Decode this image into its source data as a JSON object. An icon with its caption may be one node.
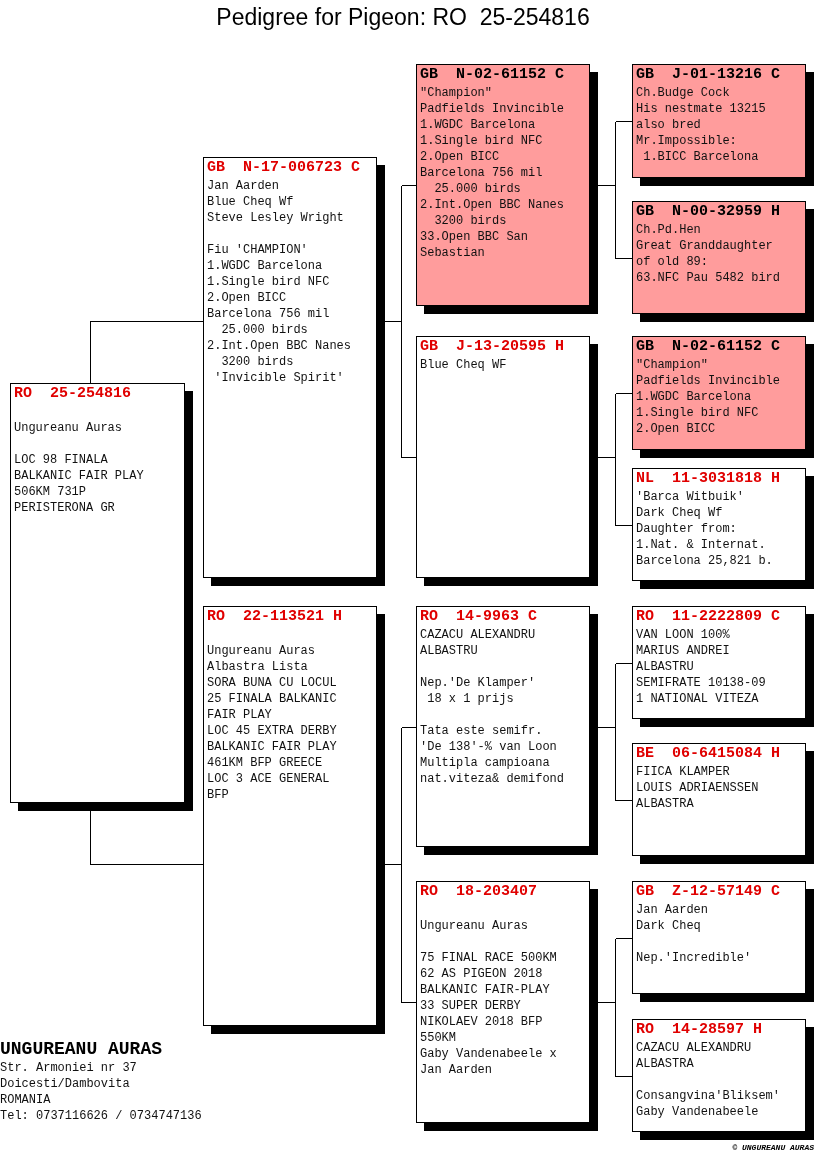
{
  "diagram": {
    "title": "Pedigree for Pigeon: RO  25-254816",
    "nodes": [
      {
        "text": [
          "RO  25-254816",
          "Ungureanu Auras",
          "LOC 98 FINALA",
          "BALKANIC FAIR PLAY",
          "506KM 731P",
          "PERISTERONA GR"
        ]
      },
      {
        "text": [
          "GB  N-17-006723 C",
          "Jan Aarden",
          "Blue Cheq Wf",
          "Steve Lesley Wright",
          "Fiu 'CHAMPION'",
          "1.WGDC Barcelona",
          "1.Single bird NFC",
          "2.Open BICC",
          "Barcelona 756 mil",
          "  25.000 birds",
          "2.Int.Open BBC Nanes",
          "  3200 birds",
          " 'Invicible Spirit'"
        ]
      },
      {
        "text": [
          "RO  22-113521 H",
          "Ungureanu Auras",
          "Albastra Lista",
          "SORA BUNA CU LOCUL",
          "25 FINALA BALKANIC",
          "FAIR PLAY",
          "LOC 45 EXTRA DERBY",
          "BALKANIC FAIR PLAY",
          "461KM BFP GREECE",
          "LOC 3 ACE GENERAL",
          "BFP"
        ]
      },
      {
        "text": [
          "GB  N-02-61152 C",
          "\"Champion\"",
          "Padfields Invincible",
          "1.WGDC Barcelona",
          "1.Single bird NFC",
          "2.Open BICC",
          "Barcelona 756 mil",
          "  25.000 birds",
          "2.Int.Open BBC Nanes",
          "  3200 birds",
          "33.Open BBC San",
          "Sebastian"
        ]
      },
      {
        "text": [
          "GB  J-13-20595 H",
          "Blue Cheq WF"
        ]
      },
      {
        "text": [
          "RO  14-9963 C",
          "CAZACU ALEXANDRU",
          "ALBASTRU",
          "Nep.'De Klamper'",
          " 18 x 1 prijs",
          "Tata este semifr.",
          "'De 138'-% van Loon",
          "Multipla campioana",
          "nat.viteza& demifond"
        ]
      },
      {
        "text": [
          "RO  18-203407",
          "Ungureanu Auras",
          "75 FINAL RACE 500KM",
          "62 AS PIGEON 2018",
          "BALKANIC FAIR-PLAY",
          "33 SUPER DERBY",
          "NIKOLAEV 2018 BFP",
          "550KM",
          "Gaby Vandenabeele x",
          "Jan Aarden"
        ]
      },
      {
        "text": [
          "GB  J-01-13216 C",
          "Ch.Budge Cock",
          "His nestmate 13215",
          "also bred",
          "Mr.Impossible:",
          " 1.BICC Barcelona"
        ]
      },
      {
        "text": [
          "GB  N-00-32959 H",
          "Ch.Pd.Hen",
          "Great Granddaughter",
          "of old 89:",
          "63.NFC Pau 5482 bird"
        ]
      },
      {
        "text": [
          "GB  N-02-61152 C",
          "\"Champion\"",
          "Padfields Invincible",
          "1.WGDC Barcelona",
          "1.Single bird NFC",
          "2.Open BICC"
        ]
      },
      {
        "text": [
          "NL  11-3031818 H",
          "'Barca Witbuik'",
          "Dark Cheq Wf",
          "Daughter from:",
          "1.Nat. & Internat.",
          "Barcelona 25,821 b."
        ]
      },
      {
        "text": [
          "RO  11-2222809 C",
          "VAN LOON 100%",
          "MARIUS ANDREI",
          "ALBASTRU",
          "SEMIFRATE 10138-09",
          "1 NATIONAL VITEZA"
        ]
      },
      {
        "text": [
          "BE  06-6415084 H",
          "FIICA KLAMPER",
          "LOUIS ADRIAENSSEN",
          "ALBASTRA"
        ]
      },
      {
        "text": [
          "GB  Z-12-57149 C",
          "Jan Aarden",
          "Dark Cheq",
          "Nep.'Incredible'"
        ]
      },
      {
        "text": [
          "RO  14-28597 H",
          "CAZACU ALEXANDRU",
          "ALBASTRA",
          "Consangvina'Bliksem'",
          "Gaby Vandenabeele"
        ]
      }
    ],
    "edges": [
      {
        "from": 0,
        "to": 1,
        "arrow": "none"
      },
      {
        "from": 0,
        "to": 2,
        "arrow": "none"
      },
      {
        "from": 1,
        "to": 3,
        "arrow": "none"
      },
      {
        "from": 1,
        "to": 4,
        "arrow": "none"
      },
      {
        "from": 2,
        "to": 5,
        "arrow": "none"
      },
      {
        "from": 2,
        "to": 6,
        "arrow": "none"
      },
      {
        "from": 3,
        "to": 7,
        "arrow": "none"
      },
      {
        "from": 3,
        "to": 8,
        "arrow": "none"
      },
      {
        "from": 4,
        "to": 9,
        "arrow": "none"
      },
      {
        "from": 4,
        "to": 10,
        "arrow": "none"
      },
      {
        "from": 5,
        "to": 11,
        "arrow": "none"
      },
      {
        "from": 5,
        "to": 12,
        "arrow": "none"
      },
      {
        "from": 6,
        "to": 13,
        "arrow": "none"
      },
      {
        "from": 6,
        "to": 14,
        "arrow": "none"
      }
    ],
    "labels": [
      "UNGUREANU AURAS",
      "Str. Armoniei nr 37",
      "Doicesti/Dambovita",
      "ROMANIA",
      "Tel: 0737116626 / 0734747136",
      "© UNGUREANU AURAS"
    ]
  }
}
